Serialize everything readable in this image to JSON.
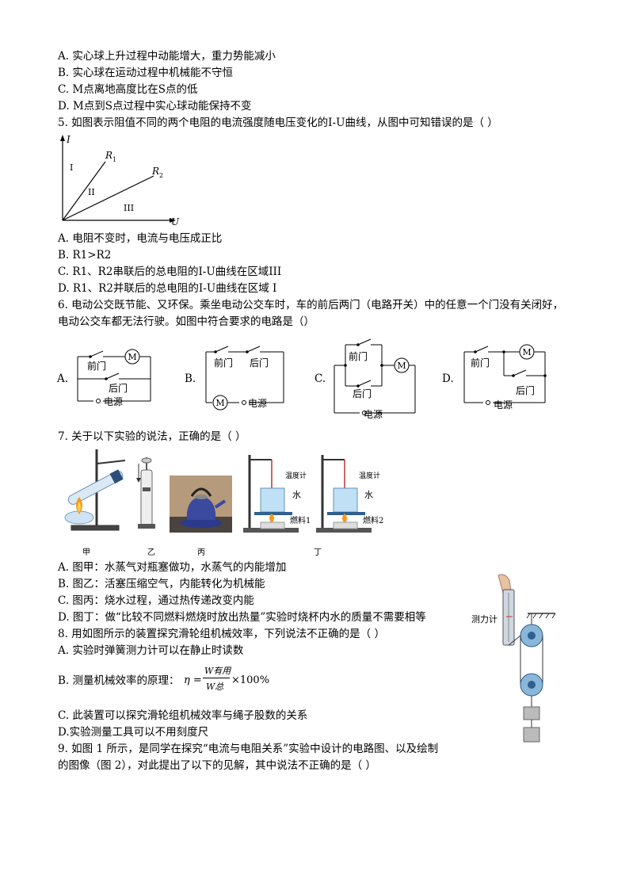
{
  "q4": {
    "options": [
      "A.  实心球上升过程中动能增大，重力势能减小",
      "B.  实心球在运动过程中机械能不守恒",
      "C. M点离地高度比在S点的低",
      "D. M点到S点过程中实心球动能保持不变"
    ]
  },
  "q5": {
    "stem": "5.  如图表示阻值不同的两个电阻的电流强度随电压变化的I-U曲线，从图中可知错误的是（        ）",
    "graph": {
      "y_axis": "I",
      "x_axis": "U",
      "r1": "R",
      "r1_sub": "1",
      "r2": "R",
      "r2_sub": "2",
      "region1": "I",
      "region2": "II",
      "region3": "III"
    },
    "options": [
      "A.  电阻不变时，电流与电压成正比",
      "B. R1>R2",
      "C. R1、R2串联后的总电阻的I-U曲线在区域III",
      "D. R1、R2并联后的总电阻的I-U曲线在区域 I"
    ]
  },
  "q6": {
    "stem_line1": "6.  电动公交既节能、又环保。乘坐电动公交车时，车的前后两门（电路开关）中的任意一个门没有关闭好，",
    "stem_line2": "电动公交车都无法行驶。如图中符合要求的电路是（）",
    "options": [
      "A.",
      "B.",
      "C.",
      "D."
    ],
    "labels": {
      "front": "前门",
      "back": "后门",
      "power": "电源",
      "motor": "M"
    }
  },
  "q7": {
    "stem": "7.  关于以下实验的说法，正确的是（        ）",
    "captions": [
      "甲",
      "乙",
      "丙",
      "丁"
    ],
    "labels": {
      "thermometer": "温度计",
      "water": "水",
      "fuel1": "燃料1",
      "fuel2": "燃料2"
    },
    "options": [
      "A.  图甲：水蒸气对瓶塞做功，水蒸气的内能增加",
      "B.  图乙：活塞压缩空气，内能转化为机械能",
      "C.  图丙：烧水过程，通过热传递改变内能",
      "D.  图丁：做“比较不同燃料燃烧时放出热量”实验时烧杯内水的质量不需要相等"
    ]
  },
  "q8": {
    "stem": "8.  用如图所示的装置探究滑轮组机械效率，下列说法不正确的是（        ）",
    "options": [
      "A.  实验时弹簧测力计可以在静止时读数",
      "B.  测量机械效率的原理：",
      "C.  此装置可以探究滑轮组机械效率与绳子股数的关系",
      "D.实验测量工具可以不用刻度尺"
    ],
    "formula": {
      "eta": "η =",
      "numerator": "W有用",
      "denominator": "W总",
      "times": "×100%"
    },
    "meter_label": "测力计"
  },
  "q9": {
    "stem_line1": "9.  如图 1 所示，是同学在探究“电流与电阻关系”实验中设计的电路图、以及绘制",
    "stem_line2": "的图像（图 2），对此提出了以下的见解，其中说法不正确的是（        ）"
  }
}
